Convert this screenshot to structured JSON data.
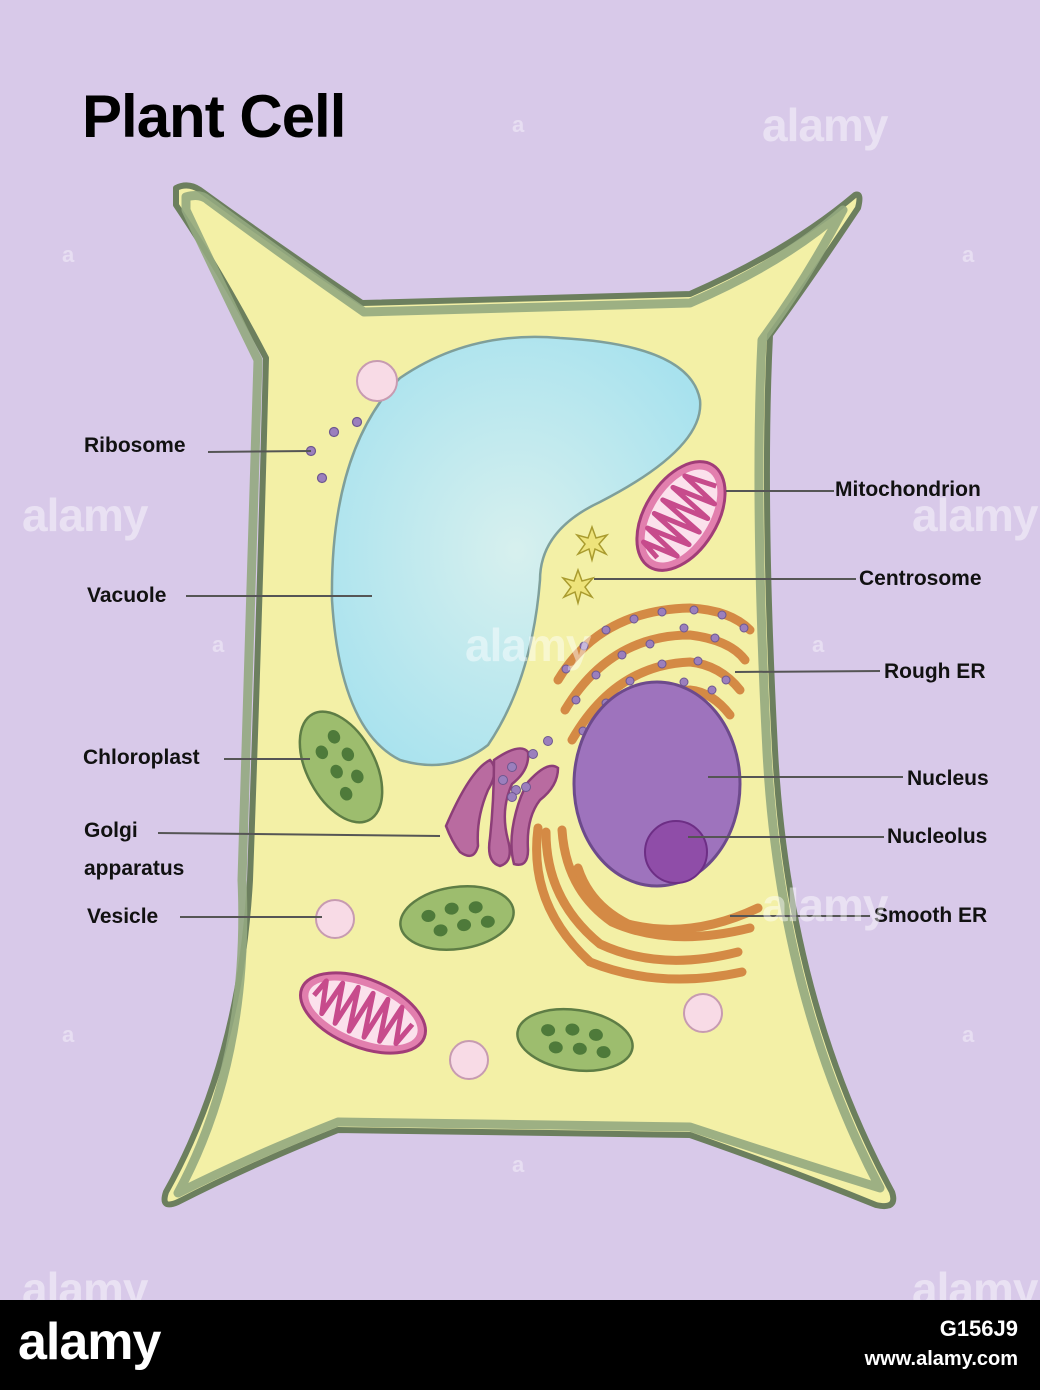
{
  "title": "Plant Cell",
  "labels": {
    "ribosome": "Ribosome",
    "vacuole": "Vacuole",
    "chloroplast": "Chloroplast",
    "golgi_line1": "Golgi",
    "golgi_line2": "apparatus",
    "vesicle": "Vesicle",
    "mitochondrion": "Mitochondrion",
    "centrosome": "Centrosome",
    "rough_er": "Rough ER",
    "nucleus": "Nucleus",
    "nucleolus": "Nucleolus",
    "smooth_er": "Smooth ER"
  },
  "watermark": {
    "text": "alamy",
    "small": "a"
  },
  "footer": {
    "brand": "alamy",
    "image_id": "G156J9",
    "site": "www.alamy.com"
  },
  "colors": {
    "background": "#d8c9e9",
    "cell_wall": "#8fa47e",
    "cytoplasm": "#f3f0a6",
    "vacuole": "#bde7ef",
    "chloroplast": "#9dbd6e",
    "mitochondrion": "#e27fae",
    "nucleus": "#9e73bd",
    "nucleolus": "#8f4da8",
    "er": "#d48a45",
    "golgi": "#b96ba0",
    "vesicle": "#f8dbe6",
    "ribosome": "#9b7fbd"
  }
}
